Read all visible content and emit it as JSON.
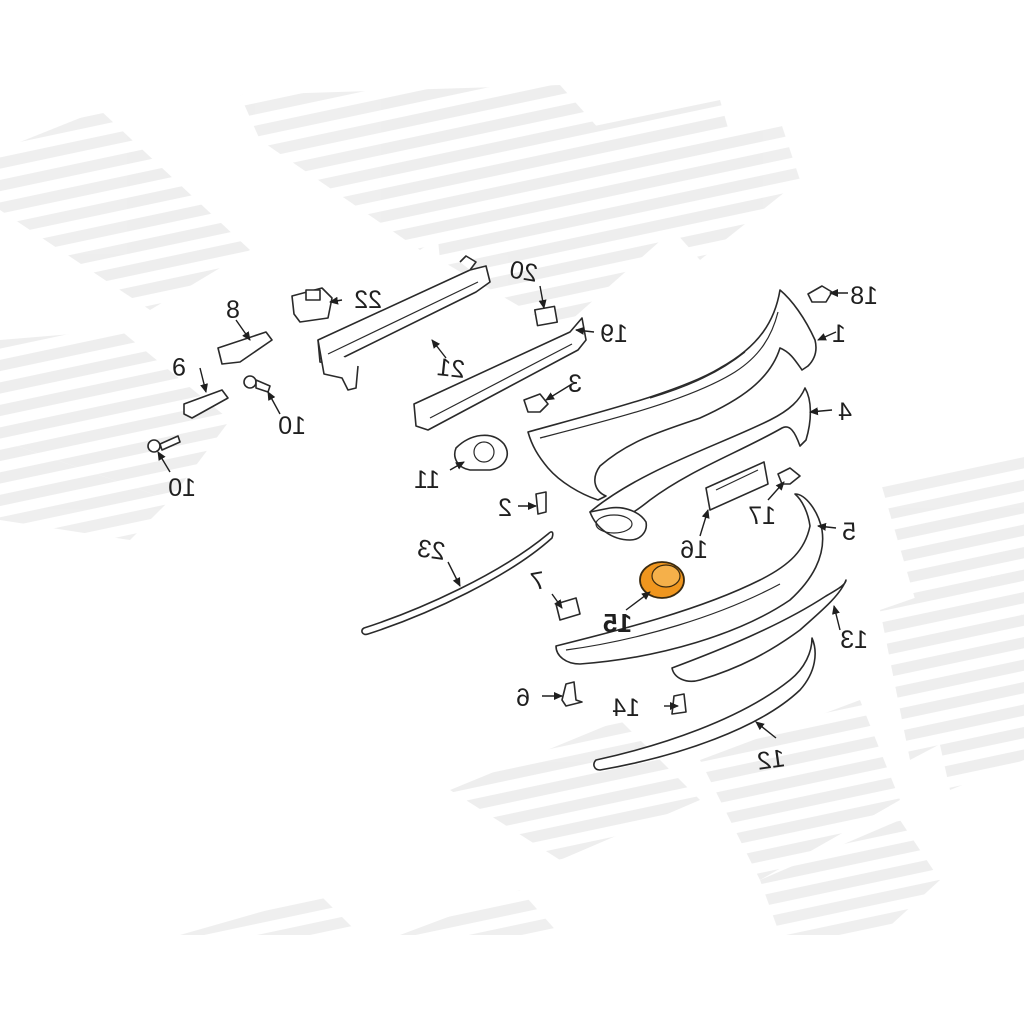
{
  "colors": {
    "background": "#ffffff",
    "watermark_stripe": "#e9e9e9",
    "line": "#2a2a2a",
    "highlight_fill": "#f0961e",
    "highlight_stroke": "#3a2a10"
  },
  "highlighted_part": "15",
  "callouts": {
    "c1": "1",
    "c2": "2",
    "c3": "3",
    "c4": "4",
    "c5": "5",
    "c6": "6",
    "c7": "7",
    "c8": "8",
    "c9": "9",
    "c10a": "10",
    "c10b": "10",
    "c11": "11",
    "c12": "12",
    "c13": "13",
    "c14": "14",
    "c15": "15",
    "c16": "16",
    "c17": "17",
    "c18": "18",
    "c19": "19",
    "c20": "20",
    "c21": "21",
    "c22": "22",
    "c23": "23"
  }
}
